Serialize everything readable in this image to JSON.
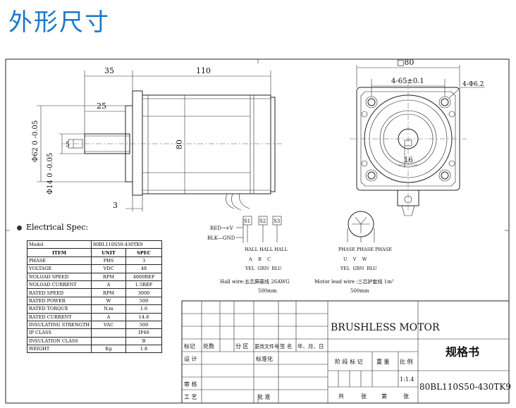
{
  "page_title": "外形尺寸",
  "side_view": {
    "dim_35": "35",
    "dim_110": "110",
    "dim_25": "25",
    "dim_5": "5",
    "dim_80": "80",
    "dim_3": "3",
    "dim_pilot_dia": "Φ62 0 -0.05",
    "dim_shaft_dia": "Φ14 0 -0.05"
  },
  "front_view": {
    "dim_square": "□80",
    "dim_pcd": "4-65±0.1",
    "dim_holes": "4-Φ6.2",
    "dim_key": "16"
  },
  "wiring": {
    "red_label": "RED→+V",
    "blk_label": "BLK—GND",
    "s1": "S1",
    "s2": "S2",
    "s3": "S3",
    "hall_row1": "HALL HALL HALL",
    "hall_row2": "A    B    C",
    "hall_row3": "YEL  GRN  BLU",
    "hall_wire": "Hall wire:五芯屏蔽线 26AWG",
    "hall_len": "500mm",
    "phase_row1": "PHASE PHASE PHASE",
    "phase_row2": "U    V    W",
    "phase_row3": "YEL  GRN  BLU",
    "motor_wire": "Motor lead wire :三芯护套线 1m²",
    "motor_len": "500mm"
  },
  "spec": {
    "heading": "Electrical Spec:",
    "model_label": "Model",
    "model_value": "80BL110S50-430TK9",
    "col_item": "ITEM",
    "col_unit": "UNIT",
    "col_spec": "SPEC",
    "rows": [
      {
        "item": "PHASE",
        "unit": "PHS",
        "spec": "3"
      },
      {
        "item": "VOLTAGE",
        "unit": "VDC",
        "spec": "48"
      },
      {
        "item": "NOLOAD SPEED",
        "unit": "RPM",
        "spec": "4000REF"
      },
      {
        "item": "NOLOAD CURRENT",
        "unit": "A",
        "spec": "1.5REF"
      },
      {
        "item": "RATED SPEED",
        "unit": "RPM",
        "spec": "3000"
      },
      {
        "item": "RATED POWER",
        "unit": "W",
        "spec": "500"
      },
      {
        "item": "RATED TORQUE",
        "unit": "N.m",
        "spec": "1.6"
      },
      {
        "item": "RATED CURRENT",
        "unit": "A",
        "spec": "14.8"
      },
      {
        "item": "INSULATING STRENGTH",
        "unit": "VAC",
        "spec": "500"
      },
      {
        "item": "IP CLASS",
        "unit": "",
        "spec": "IP40"
      },
      {
        "item": "INSULATION CLASS",
        "unit": "",
        "spec": "B"
      },
      {
        "item": "WEIGHT",
        "unit": "Kg",
        "spec": "1.8"
      }
    ]
  },
  "title_block": {
    "product": "BRUSHLESS MOTOR",
    "doc_type": "规格书",
    "part_no": "80BL110S50-430TK9",
    "scale": "1:1.4",
    "h_biaoji": "标记",
    "h_chushu": "处数",
    "h_fenqu": "分 区",
    "h_genggai": "更改文件号",
    "h_qianming": "签 名",
    "h_date": "年、月、日",
    "sheji": "设 计",
    "biaozhunhua": "标准化",
    "shenhe": "审 核",
    "gongyi": "工 艺",
    "pizhun": "批 准",
    "jieduan": "阶 段 标 记",
    "zhongliang": "重 量",
    "bili": "比 例",
    "gong": "共",
    "zhang1": "张",
    "di": "第",
    "zhang2": "张"
  }
}
